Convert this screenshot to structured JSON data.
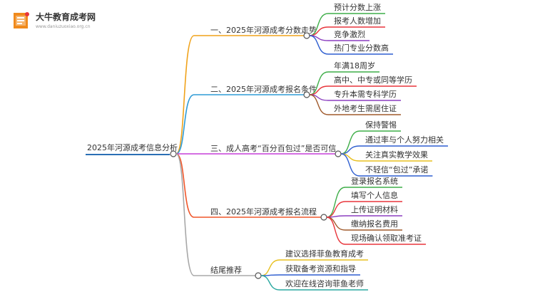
{
  "logo": {
    "title": "大牛教育成考网",
    "url": "www.daniuzuoxiao.org.cn"
  },
  "root": {
    "label": "2025年河源成考信息分析"
  },
  "colors": {
    "root": "#2a6fb5",
    "branch1": "#f0a21a",
    "branch2": "#2f9bd6",
    "branch3": "#c53fd8",
    "branch4": "#f0562a",
    "branch5": "#a8a8a8",
    "leaf_green": "#3fae49",
    "leaf_red": "#e8353b",
    "leaf_purple": "#8b3fc0",
    "leaf_blue": "#2f5fd0",
    "leaf_brown": "#a05a2c",
    "leaf_yellow": "#e8c020",
    "leaf_teal": "#2aa8a0"
  },
  "branches": [
    {
      "label": "一、2025年河源成考分数走势",
      "leaves": [
        "预计分数上涨",
        "报考人数增加",
        "竞争激烈",
        "热门专业分数高"
      ]
    },
    {
      "label": "二、2025年河源成考报名条件",
      "leaves": [
        "年满18周岁",
        "高中、中专或同等学历",
        "专升本需专科学历",
        "外地考生需居住证"
      ]
    },
    {
      "label": "三、成人高考“百分百包过”是否可信",
      "leaves": [
        "保持警惕",
        "通过率与个人努力相关",
        "关注真实教学效果",
        "不轻信“包过”承诺"
      ]
    },
    {
      "label": "四、2025年河源成考报名流程",
      "leaves": [
        "登录报名系统",
        "填写个人信息",
        "上传证明材料",
        "缴纳报名费用",
        "现场确认领取准考证"
      ]
    },
    {
      "label": "结尾推荐",
      "leaves": [
        "建议选择菲鱼教育成考",
        "获取备考资源和指导",
        "欢迎在线咨询菲鱼老师"
      ]
    }
  ]
}
